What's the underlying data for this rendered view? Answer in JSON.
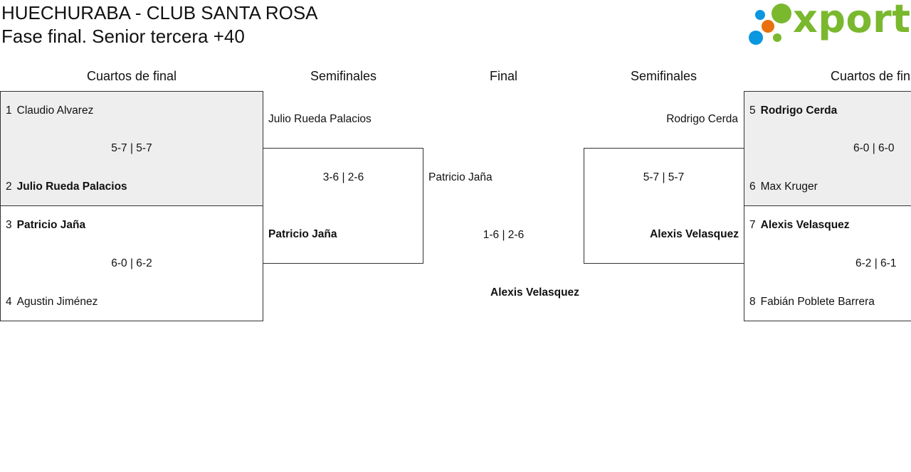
{
  "header": {
    "title": "HUECHURABA - CLUB SANTA ROSA",
    "subtitle": "Fase final. Senior tercera +40"
  },
  "logo": {
    "text": "xporty",
    "colors": {
      "green": "#7ab82e",
      "blue": "#0b96e0",
      "orange": "#e8700e"
    }
  },
  "rounds": {
    "left_quarters": "Cuartos de final",
    "left_semis": "Semifinales",
    "final": "Final",
    "right_semis": "Semifinales",
    "right_quarters": "Cuartos de final"
  },
  "left_quarters": [
    {
      "p1": {
        "seed": "1",
        "name": "Claudio Alvarez",
        "winner": false
      },
      "p2": {
        "seed": "2",
        "name": "Julio Rueda Palacios",
        "winner": true
      },
      "score": "5-7 | 5-7"
    },
    {
      "p1": {
        "seed": "3",
        "name": "Patricio Jaña",
        "winner": true
      },
      "p2": {
        "seed": "4",
        "name": "Agustin Jiménez",
        "winner": false
      },
      "score": "6-0 | 6-2"
    }
  ],
  "left_semi": {
    "p1": "Julio Rueda Palacios",
    "p2": "Patricio Jaña",
    "score": "3-6 | 2-6",
    "winner": "p2"
  },
  "final_match": {
    "p1": "Patricio Jaña",
    "score": "1-6 | 2-6",
    "champion": "Alexis Velasquez"
  },
  "right_semi": {
    "p1": "Rodrigo Cerda",
    "p2": "Alexis Velasquez",
    "score": "5-7 | 5-7",
    "winner": "p2"
  },
  "right_quarters": [
    {
      "p1": {
        "seed": "5",
        "name": "Rodrigo Cerda",
        "winner": true
      },
      "p2": {
        "seed": "6",
        "name": "Max Kruger",
        "winner": false
      },
      "score": "6-0 | 6-0"
    },
    {
      "p1": {
        "seed": "7",
        "name": "Alexis Velasquez",
        "winner": true
      },
      "p2": {
        "seed": "8",
        "name": "Fabián Poblete Barrera",
        "winner": false
      },
      "score": "6-2 | 6-1"
    }
  ]
}
